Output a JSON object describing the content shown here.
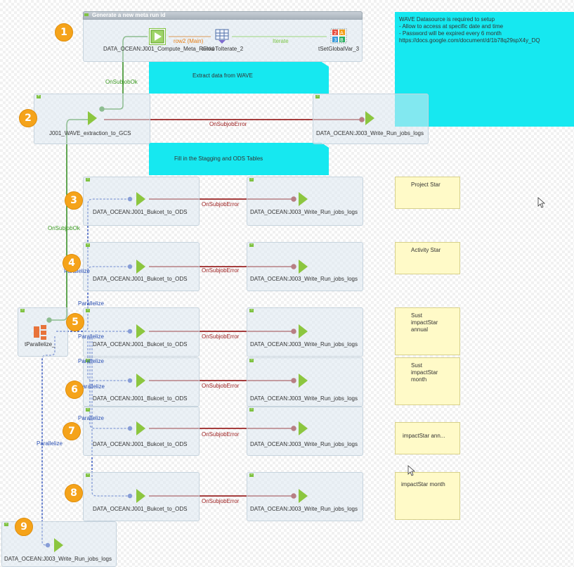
{
  "colors": {
    "accent_badge": "#f5a31a",
    "note_cyan": "#16e8f0",
    "note_yellow": "#fffac8",
    "link_green": "#2e8a1b",
    "link_red": "#8b0000",
    "link_blue": "#1f44b8",
    "component_green": "#7fc241"
  },
  "badges": [
    "1",
    "2",
    "3",
    "4",
    "5",
    "6",
    "7",
    "8",
    "9"
  ],
  "subjob1": {
    "title": "Generate a new meta run id",
    "compute": "DATA_OCEAN:J001_Compute_Meta_RunId",
    "flow_to_iterate": "tFlowToIterate_2",
    "set_global": "tSetGlobalVar_3",
    "link_main": "row2 (Main)",
    "link_iterate": "Iterate"
  },
  "subjob2": {
    "job": "J001_WAVE_extraction_to_GCS",
    "write_logs": "DATA_OCEAN:J003_Write_Run_jobs_logs"
  },
  "notes": {
    "cyan_extract": "Extract data from WAVE",
    "cyan_fill": "Fill in the Stagging and ODS Tables",
    "wave_line1": "WAVE Datasource is required to setup",
    "wave_line2": "- Allow to access at specific date and time",
    "wave_line3": "- Password will be expired every 6 month",
    "wave_line4": "https://docs.google.com/document/d/1b78q29spX4y_DQ",
    "project_star": "Project Star",
    "activity_star": "Activity Star",
    "sust_annual_1": "Sust",
    "sust_annual_2": "impactStar",
    "sust_annual_3": "annual",
    "sust_month_1": "Sust",
    "sust_month_2": "impactStar",
    "sust_month_3": "month",
    "impact_annual": "impactStar ann...",
    "impact_month": "impactStar month"
  },
  "rows": {
    "bucket_job": "DATA_OCEAN:J001_Bukcet_to_ODS",
    "write_logs": "DATA_OCEAN:J003_Write_Run_jobs_logs"
  },
  "links": {
    "on_subjob_ok": "OnSubjobOk",
    "on_subjob_error": "OnSubjobError",
    "parallelize": "Parallelize"
  },
  "parallelize_comp": "tParallelize_",
  "bottom_write_logs": "DATA_OCEAN:J003_Write_Run_jobs_logs"
}
